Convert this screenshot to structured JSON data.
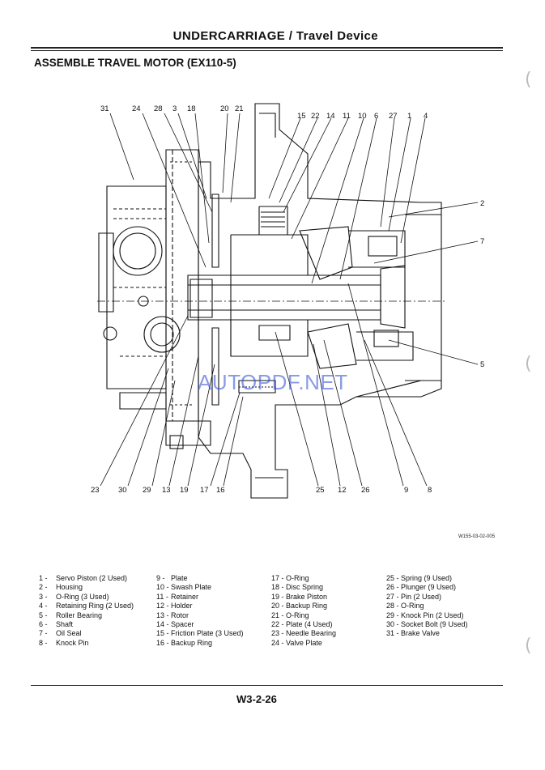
{
  "header": {
    "title": "UNDERCARRIAGE / Travel Device"
  },
  "section": {
    "title": "ASSEMBLE TRAVEL MOTOR (EX110-5)"
  },
  "figure": {
    "code": "W155-03-02-005",
    "watermark": "AUTOPDF.NET",
    "callouts_top": [
      "31",
      "24",
      "28",
      "3",
      "18",
      "20",
      "21",
      "15",
      "22",
      "14",
      "11",
      "10",
      "6",
      "27",
      "1",
      "4"
    ],
    "callouts_right": [
      "2",
      "7",
      "5"
    ],
    "callouts_bottom": [
      "23",
      "30",
      "29",
      "13",
      "19",
      "17",
      "16",
      "25",
      "12",
      "26",
      "9",
      "8"
    ]
  },
  "legend": {
    "col1": [
      {
        "num": "1 -",
        "text": "Servo Piston (2 Used)"
      },
      {
        "num": "2 -",
        "text": "Housing"
      },
      {
        "num": "3 -",
        "text": "O-Ring (3 Used)"
      },
      {
        "num": "4 -",
        "text": "Retaining Ring (2 Used)"
      },
      {
        "num": "5 -",
        "text": "Roller Bearing"
      },
      {
        "num": "6 -",
        "text": "Shaft"
      },
      {
        "num": "7 -",
        "text": "Oil Seal"
      },
      {
        "num": "8 -",
        "text": "Knock Pin"
      }
    ],
    "col2": [
      {
        "num": "9 -",
        "text": "Plate"
      },
      {
        "num": "10 -",
        "text": "Swash Plate"
      },
      {
        "num": "11 -",
        "text": "Retainer"
      },
      {
        "num": "12 -",
        "text": "Holder"
      },
      {
        "num": "13 -",
        "text": "Rotor"
      },
      {
        "num": "14 -",
        "text": "Spacer"
      },
      {
        "num": "15 -",
        "text": "Friction Plate (3 Used)"
      },
      {
        "num": "16 -",
        "text": "Backup Ring"
      }
    ],
    "col3": [
      {
        "num": "17 -",
        "text": "O-Ring"
      },
      {
        "num": "18 -",
        "text": "Disc Spring"
      },
      {
        "num": "19 -",
        "text": "Brake Piston"
      },
      {
        "num": "20 -",
        "text": "Backup Ring"
      },
      {
        "num": "21 -",
        "text": "O-Ring"
      },
      {
        "num": "22 -",
        "text": "Plate (4 Used)"
      },
      {
        "num": "23 -",
        "text": "Needle Bearing"
      },
      {
        "num": "24 -",
        "text": "Valve Plate"
      }
    ],
    "col4": [
      {
        "num": "25 -",
        "text": "Spring (9 Used)"
      },
      {
        "num": "26 -",
        "text": "Plunger (9 Used)"
      },
      {
        "num": "27 -",
        "text": "Pin (2 Used)"
      },
      {
        "num": "28 -",
        "text": "O-Ring"
      },
      {
        "num": "29 -",
        "text": "Knock Pin (2 Used)"
      },
      {
        "num": "30 -",
        "text": "Socket Bolt (9 Used)"
      },
      {
        "num": "31 -",
        "text": "Brake Valve"
      }
    ]
  },
  "footer": {
    "page_number": "W3-2-26"
  }
}
